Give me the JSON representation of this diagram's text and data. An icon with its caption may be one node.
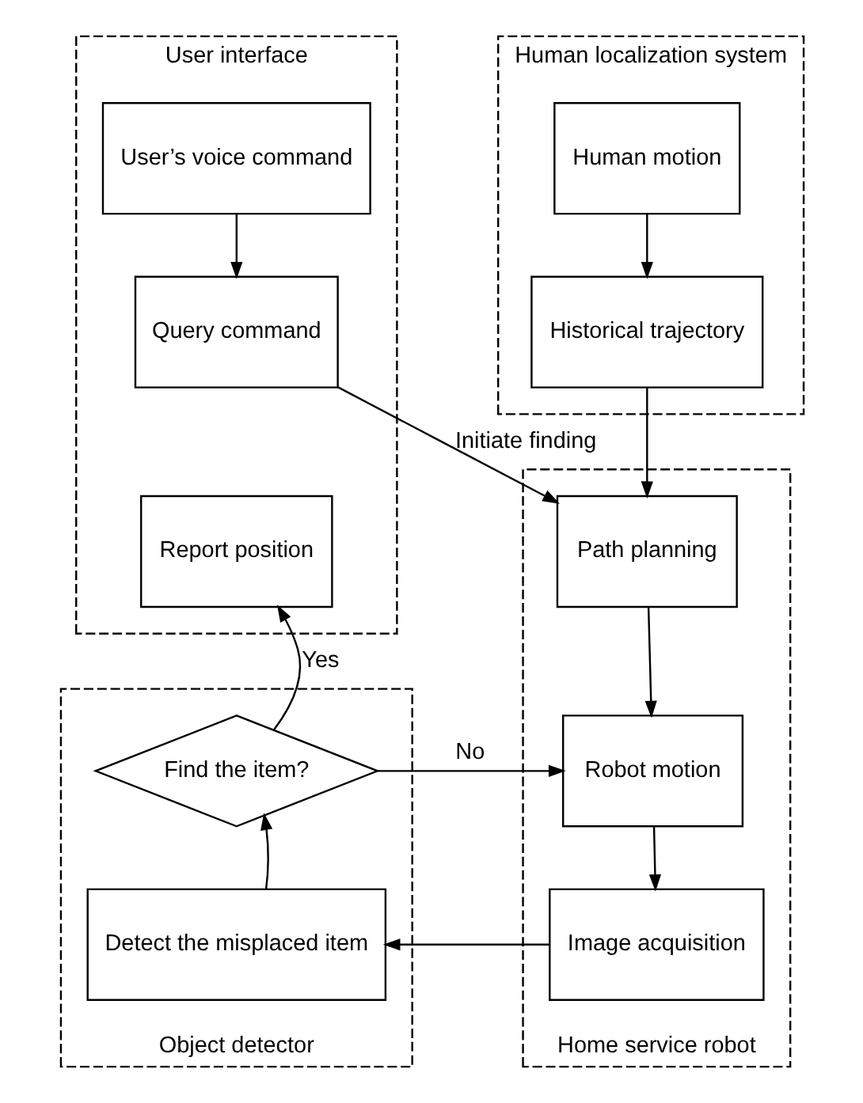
{
  "diagram": {
    "nodes": [
      {
        "text": [
          "User interface"
        ]
      },
      {
        "text": [
          "User’s voice command"
        ],
        "in": 0
      },
      {
        "text": [
          "Query command"
        ],
        "in": 0
      },
      {
        "text": [
          "Report position"
        ],
        "in": 0
      },
      {
        "text": [
          "Human localization system"
        ]
      },
      {
        "text": [
          "Human motion"
        ],
        "in": 4
      },
      {
        "text": [
          "Historical trajectory"
        ],
        "in": 4
      },
      {
        "text": [
          "Object detector"
        ]
      },
      {
        "text": [
          "Find the item?"
        ],
        "in": 7
      },
      {
        "text": [
          "Detect the misplaced item"
        ],
        "in": 7
      },
      {
        "text": [
          "Home service robot"
        ]
      },
      {
        "text": [
          "Path planning"
        ],
        "in": 10
      },
      {
        "text": [
          "Robot motion"
        ],
        "in": 10
      },
      {
        "text": [
          "Image acquisition"
        ],
        "in": 10
      }
    ],
    "edges": [
      {
        "from": 1,
        "to": 2,
        "arrow": "to"
      },
      {
        "from": 5,
        "to": 6,
        "arrow": "to"
      },
      {
        "from": 6,
        "to": 11,
        "arrow": "to"
      },
      {
        "from": 2,
        "to": 11,
        "arrow": "to",
        "label": "Initiate finding"
      },
      {
        "from": 11,
        "to": 12,
        "arrow": "to"
      },
      {
        "from": 12,
        "to": 13,
        "arrow": "to"
      },
      {
        "from": 13,
        "to": 9,
        "arrow": "to"
      },
      {
        "from": 9,
        "to": 8,
        "arrow": "to"
      },
      {
        "from": 8,
        "to": 3,
        "arrow": "to",
        "label": "Yes"
      },
      {
        "from": 8,
        "to": 12,
        "arrow": "to",
        "label": "No"
      }
    ]
  }
}
